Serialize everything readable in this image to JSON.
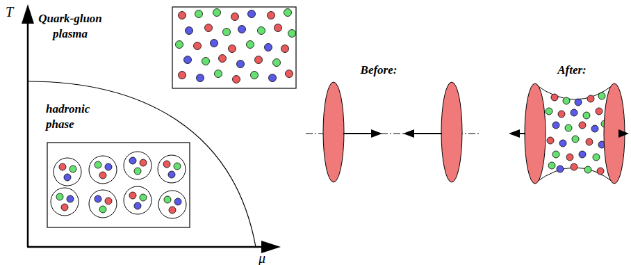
{
  "diagram": {
    "labels": [
      "T",
      "Quark-gluon plasma",
      "hadronic phase",
      "μ",
      "Before:",
      "After:"
    ]
  }
}
